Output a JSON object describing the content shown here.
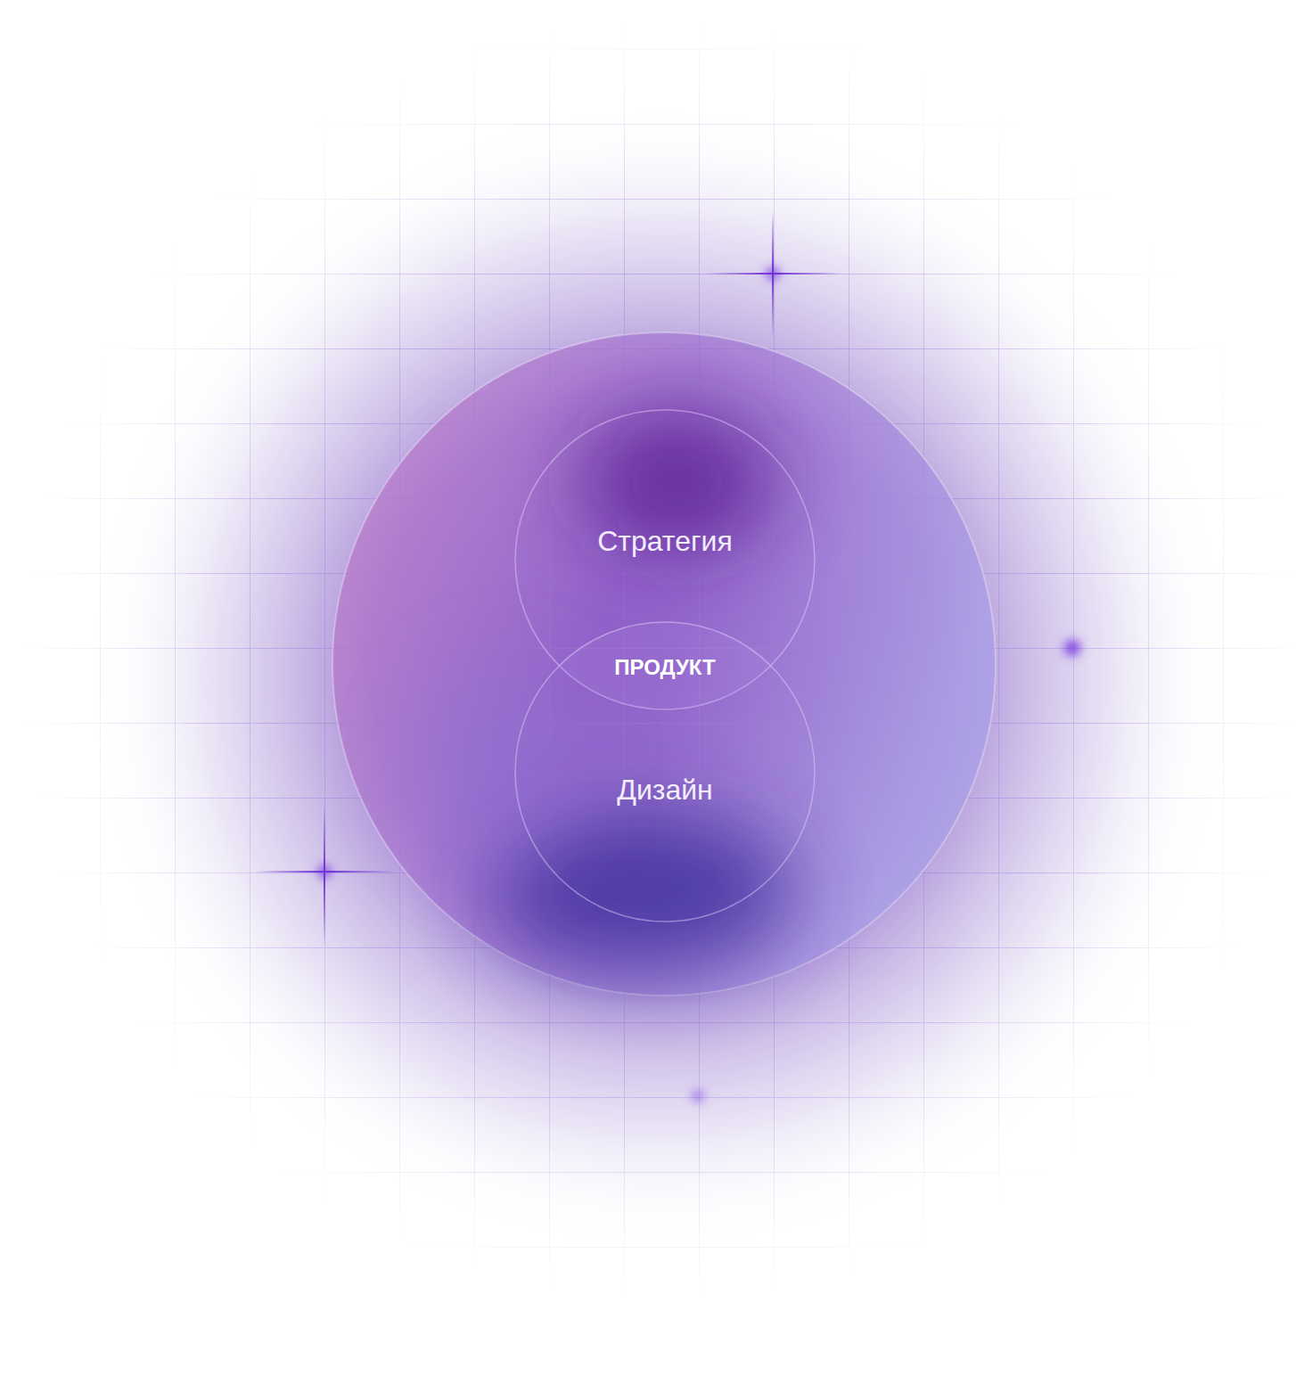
{
  "diagram": {
    "nodes": [
      {
        "text": [
          "Стратегия"
        ]
      },
      {
        "text": [
          "ПРОДУКТ"
        ]
      },
      {
        "text": [
          "Дизайн"
        ]
      }
    ]
  }
}
